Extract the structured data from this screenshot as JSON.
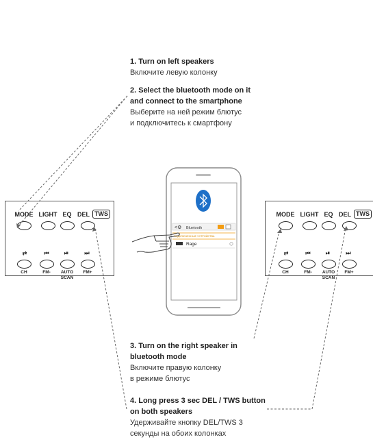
{
  "steps": [
    {
      "en": [
        "1. Turn on left speakers"
      ],
      "ru": [
        "Включите левую колонку"
      ]
    },
    {
      "en": [
        "2. Select the bluetooth mode on it",
        "and connect to the smartphone"
      ],
      "ru": [
        "Выберите на ней режим блютус",
        "и подключитесь к смартфону"
      ]
    },
    {
      "en": [
        "3. Turn on the right speaker in",
        "bluetooth mode"
      ],
      "ru": [
        "Включите правую колонку",
        "в режиме блютус"
      ]
    },
    {
      "en": [
        "4. Long press 3 sec DEL / TWS button",
        "on both speakers"
      ],
      "ru": [
        "Удерживайте кнопку DEL/TWS 3",
        "секунды на обоих колонках"
      ]
    }
  ],
  "panel": {
    "top_labels": [
      "MODE",
      "LIGHT",
      "EQ",
      "DEL"
    ],
    "tws": "TWS",
    "bottom_glyphs": [
      "⇄",
      "⏮",
      "⏯",
      "⏭"
    ],
    "bottom_labels": [
      "CH",
      "FM-",
      "AUTO\nSCAN",
      "FM+"
    ]
  },
  "phone": {
    "header": "Bluetooth",
    "section": "ПОДКЛЮЧЕННЫЕ УСТРОЙСТВА",
    "device": "Rage"
  }
}
